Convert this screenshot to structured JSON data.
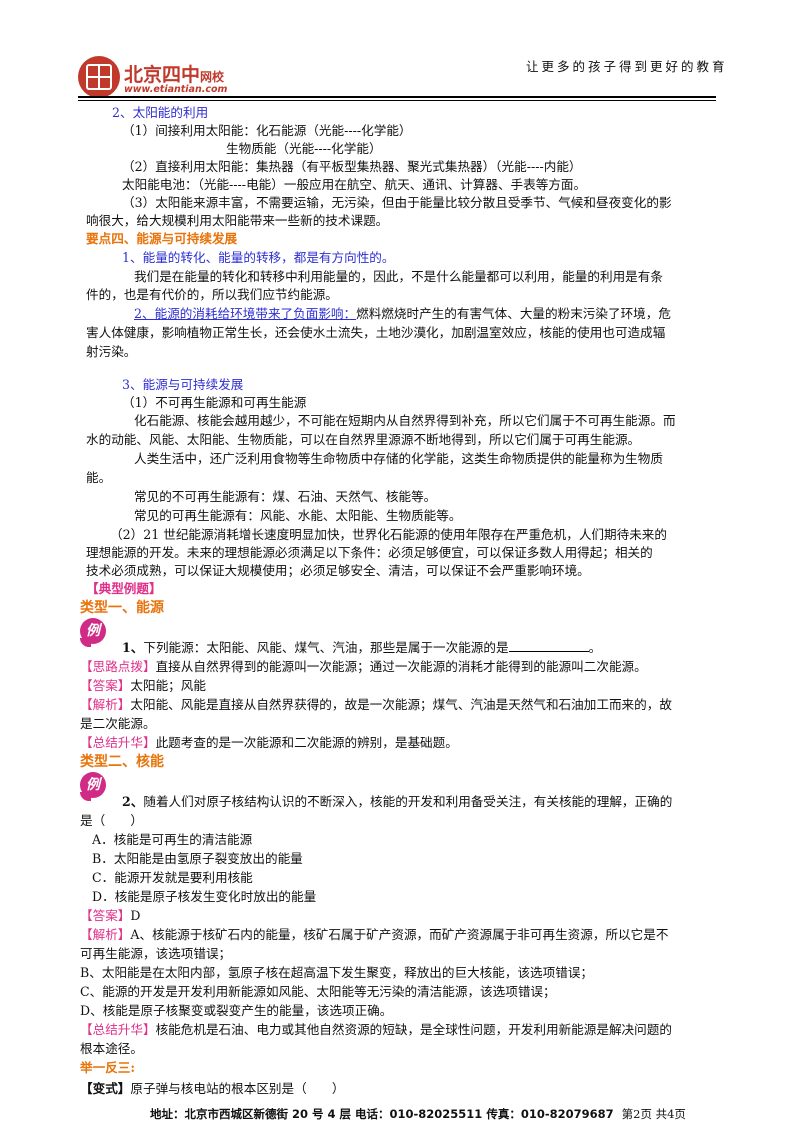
{
  "header": {
    "brand_cn": "北京四中",
    "brand_suffix": "网校",
    "brand_url": "www.etiantian.com",
    "slogan": "让更多的孩子得到更好的教育"
  },
  "sec2": {
    "title": "2、太阳能的利用",
    "l1": "（1）间接利用太阳能：化石能源（光能----化学能）",
    "l2": "生物质能（光能----化学能）",
    "l3": "（2）直接利用太阳能：集热器（有平板型集热器、聚光式集热器）（光能----内能）",
    "l4": "太阳能电池：（光能----电能）一般应用在航空、航天、通讯、计算器、手表等方面。",
    "l5": "（3）太阳能来源丰富，不需要运输，无污染，但由于能量比较分散且受季节、气候和昼夜变化的影",
    "l6": "响很大，给大规模利用太阳能带来一些新的技术课题。"
  },
  "point4": {
    "title": "要点四、能源与可持续发展",
    "s1_title": "1、能量的转化、能量的转移，都是有方向性的。",
    "s1_l1": "我们是在能量的转化和转移中利用能量的，因此，不是什么能量都可以利用，能量的利用是有条",
    "s1_l2": "件的，也是有代价的，所以我们应节约能源。",
    "s2_title": "2、能源的消耗给环境带来了负面影响：",
    "s2_l1": "燃料燃烧时产生的有害气体、大量的粉末污染了环境，危",
    "s2_l2": "害人体健康，影响植物正常生长，还会使水土流失，土地沙漠化，加剧温室效应，核能的使用也可造成辐",
    "s2_l3": "射污染。",
    "s3_title": "3、能源与可持续发展",
    "s3_a": "（1）不可再生能源和可再生能源",
    "s3_b1": "化石能源、核能会越用越少，不可能在短期内从自然界得到补充，所以它们属于不可再生能源。而",
    "s3_b2": "水的动能、风能、太阳能、生物质能，可以在自然界里源源不断地得到，所以它们属于可再生能源。",
    "s3_c1": "人类生活中，还广泛利用食物等生命物质中存储的化学能，这类生命物质提供的能量称为生物质",
    "s3_c2": "能。",
    "s3_d": "常见的不可再生能源有：煤、石油、天然气、核能等。",
    "s3_e": "常见的可再生能源有：风能、水能、太阳能、生物质能等。",
    "s3_f1": "（2）21 世纪能源消耗增长速度明显加快，世界化石能源的使用年限存在严重危机，人们期待未来的",
    "s3_f2": "理想能源的开发。未来的理想能源必须满足以下条件：必须足够便宜，可以保证多数人用得起；相关的",
    "s3_f3": "技术必须成熟，可以保证大规模使用；必须足够安全、清洁，可以保证不会严重影响环境。"
  },
  "examples": {
    "title": "【典型例题】",
    "badge": "例",
    "type1": "类型一、能源",
    "q1_num": "1、",
    "q1": "下列能源：太阳能、风能、煤气、汽油，那些是属于一次能源的是",
    "q1_end": "。",
    "tag_hint": "【思路点拨】",
    "q1_hint": "直接从自然界得到的能源叫一次能源；通过一次能源的消耗才能得到的能源叫二次能源。",
    "tag_answer": "【答案】",
    "q1_answer": "太阳能；风能",
    "tag_analysis": "【解析】",
    "q1_analysis1": "太阳能、风能是直接从自然界获得的，故是一次能源；煤气、汽油是天然气和石油加工而来的，故",
    "q1_analysis2": "是二次能源。",
    "tag_summary": "【总结升华】",
    "q1_summary": "此题考查的是一次能源和二次能源的辨别，是基础题。",
    "type2": "类型二、核能",
    "q2_num": "2、",
    "q2_l1": "随着人们对原子核结构认识的不断深入，核能的开发和利用备受关注，有关核能的理解，正确的",
    "q2_l2": "是（　　）",
    "q2_a": "A．核能是可再生的清洁能源",
    "q2_b": "B．太阳能是由氢原子裂变放出的能量",
    "q2_c": "C．能源开发就是要利用核能",
    "q2_d": "D．核能是原子核发生变化时放出的能量",
    "q2_answer": "D",
    "q2_an1": "A、核能源于核矿石内的能量，核矿石属于矿产资源，而矿产资源属于非可再生资源，所以它是不",
    "q2_an2": "可再生能源，该选项错误；",
    "q2_an3": "B、太阳能是在太阳内部，氢原子核在超高温下发生聚变，释放出的巨大核能，该选项错误；",
    "q2_an4": "C、能源的开发是开发利用新能源如风能、太阳能等无污染的清洁能源，该选项错误；",
    "q2_an5": "D、核能是原子核聚变或裂变产生的能量，该选项正确。",
    "q2_sum1": "核能危机是石油、电力或其他自然资源的短缺，是全球性问题，开发利用新能源是解决问题的",
    "q2_sum2": "根本途径。",
    "practice": "举一反三:",
    "variant_tag": "【变式】",
    "variant": "原子弹与核电站的根本区别是（　　）"
  },
  "footer": {
    "address": "地址：北京市西城区新德街 20 号 4 层  电话：010-82025511  传真：010-82079687",
    "page": "第2页  共4页"
  }
}
